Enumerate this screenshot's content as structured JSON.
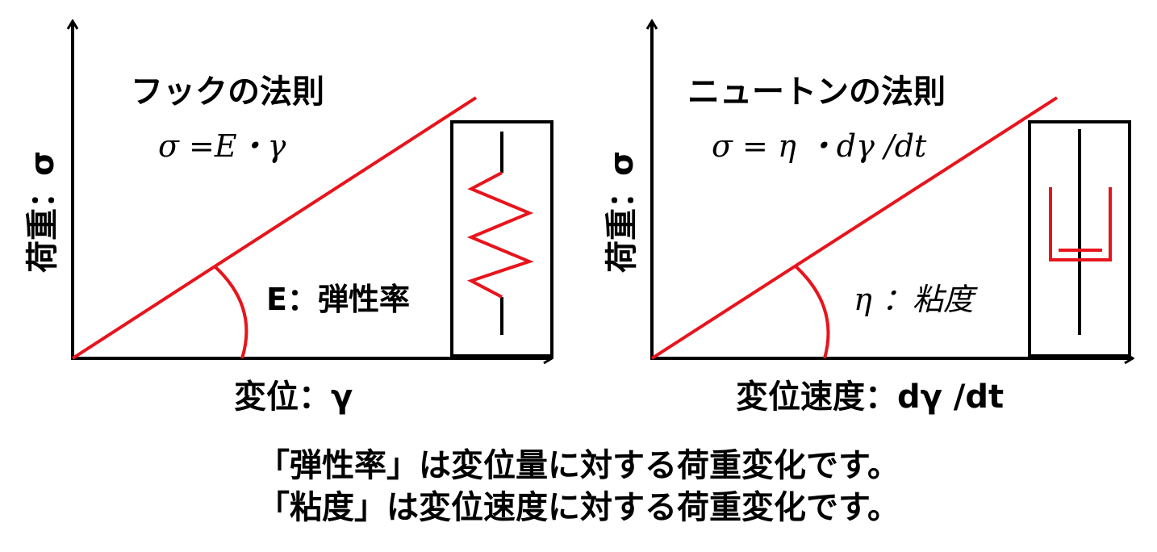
{
  "colors": {
    "line": "#e8141c",
    "axis": "#000000",
    "text": "#000000",
    "background": "#ffffff"
  },
  "left_panel": {
    "title": "フックの法則",
    "formula": "σ =E・γ",
    "y_axis_label": "荷重：σ",
    "x_axis_label": "変位：γ",
    "angle_label": "E：弾性率",
    "model_icon": "spring-icon"
  },
  "right_panel": {
    "title": "ニュートンの法則",
    "formula": "σ = η ・dγ /dt",
    "y_axis_label": "荷重：σ",
    "x_axis_label": "変位速度：dγ /dt",
    "angle_label": "η ：粘度",
    "model_icon": "dashpot-icon"
  },
  "captions": {
    "line1": "「弾性率」は変位量に対する荷重変化です。",
    "line2": "「粘度」は変位速度に対する荷重変化です。"
  }
}
